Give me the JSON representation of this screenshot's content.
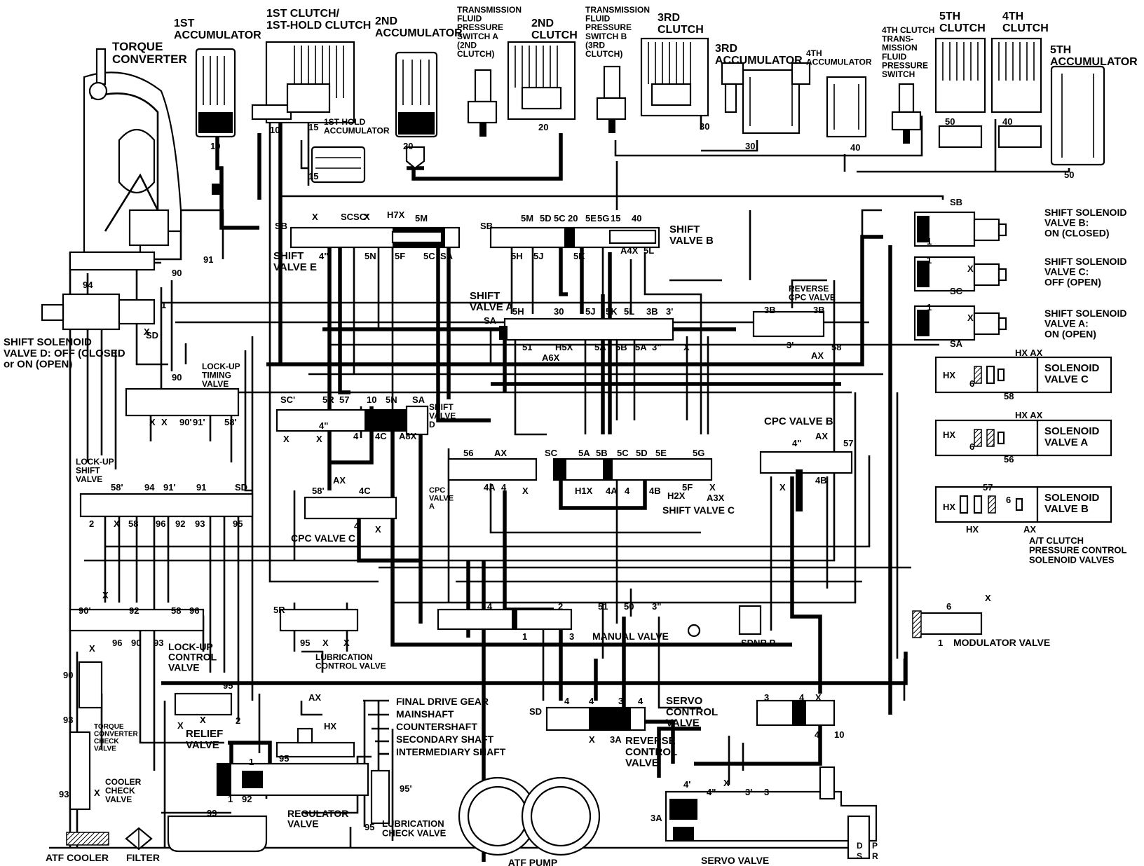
{
  "components": {
    "torque_converter": [
      "TORQUE",
      "CONVERTER"
    ],
    "accumulator_1st": [
      "1ST",
      "ACCUMULATOR"
    ],
    "clutch_1st": [
      "1ST CLUTCH/",
      "1ST-HOLD CLUTCH"
    ],
    "accumulator_2nd": [
      "2ND",
      "ACCUMULATOR"
    ],
    "switch_a": [
      "TRANSMISSION",
      "FLUID",
      "PRESSURE",
      "SWITCH A",
      "(2ND",
      "CLUTCH)"
    ],
    "clutch_2nd": [
      "2ND",
      "CLUTCH"
    ],
    "switch_b": [
      "TRANSMISSION",
      "FLUID",
      "PRESSURE",
      "SWITCH B",
      "(3RD",
      "CLUTCH)"
    ],
    "clutch_3rd": [
      "3RD",
      "CLUTCH"
    ],
    "accumulator_3rd": [
      "3RD",
      "ACCUMULATOR"
    ],
    "accumulator_4th": [
      "4TH",
      "ACCUMULATOR"
    ],
    "switch_4th": [
      "4TH CLUTCH",
      "TRANS-",
      "MISSION",
      "FLUID",
      "PRESSURE",
      "SWITCH"
    ],
    "clutch_5th": [
      "5TH",
      "CLUTCH"
    ],
    "clutch_4th": [
      "4TH",
      "CLUTCH"
    ],
    "accumulator_5th": [
      "5TH",
      "ACCUMULATOR"
    ],
    "hold_accumulator": [
      "1ST-HOLD",
      "ACCUMULATOR"
    ],
    "shift_solenoid_b": [
      "SHIFT SOLENOID",
      "VALVE B:",
      "ON (CLOSED)"
    ],
    "shift_solenoid_c": [
      "SHIFT SOLENOID",
      "VALVE C:",
      "OFF (OPEN)"
    ],
    "shift_solenoid_a": [
      "SHIFT SOLENOID",
      "VALVE A:",
      "ON (OPEN)"
    ],
    "shift_solenoid_d": [
      "SHIFT SOLENOID",
      "VALVE D: OFF (CLOSED",
      "or ON (OPEN)"
    ],
    "solenoid_c": [
      "SOLENOID",
      "VALVE C"
    ],
    "solenoid_a": [
      "SOLENOID",
      "VALVE A"
    ],
    "solenoid_b": [
      "SOLENOID",
      "VALVE B"
    ],
    "pcs_valves": [
      "A/T CLUTCH",
      "PRESSURE CONTROL",
      "SOLENOID VALVES"
    ],
    "shift_valve_e": [
      "SHIFT",
      "VALVE E"
    ],
    "shift_valve_b": [
      "SHIFT",
      "VALVE B"
    ],
    "shift_valve_a": [
      "SHIFT",
      "VALVE A"
    ],
    "shift_valve_d": [
      "SHIFT",
      "VALVE",
      "D"
    ],
    "shift_valve_c": "SHIFT VALVE C",
    "reverse_cpc": [
      "REVERSE",
      "CPC VALVE"
    ],
    "cpc_valve_a": [
      "CPC",
      "VALVE",
      "A"
    ],
    "cpc_valve_b": "CPC VALVE B",
    "cpc_valve_c": "CPC VALVE C",
    "lockup_timing": [
      "LOCK-UP",
      "TIMING",
      "VALVE"
    ],
    "lockup_shift": [
      "LOCK-UP",
      "SHIFT",
      "VALVE"
    ],
    "lockup_control": [
      "LOCK-UP",
      "CONTROL",
      "VALVE"
    ],
    "lubrication_control": [
      "LUBRICATION",
      "CONTROL VALVE"
    ],
    "manual_valve": "MANUAL VALVE",
    "modulator_valve": "MODULATOR VALVE",
    "servo_control": [
      "SERVO",
      "CONTROL",
      "VALVE"
    ],
    "reverse_control": [
      "REVERSE",
      "CONTROL",
      "VALVE"
    ],
    "servo_valve": "SERVO VALVE",
    "relief_valve": [
      "RELIEF",
      "VALVE"
    ],
    "tc_check": [
      "TORQUE",
      "CONVERTER",
      "CHECK",
      "VALVE"
    ],
    "cooler_check": [
      "COOLER",
      "CHECK",
      "VALVE"
    ],
    "regulator": [
      "REGULATOR",
      "VALVE"
    ],
    "lube_check": [
      "LUBRICATION",
      "CHECK VALVE"
    ],
    "atf_cooler": "ATF COOLER",
    "filter": "FILTER",
    "atf_pump": "ATF PUMP"
  },
  "lube_list": [
    "FINAL DRIVE GEAR",
    "MAINSHAFT",
    "COUNTERSHAFT",
    "SECONDARY SHAFT",
    "INTERMEDIARY SHAFT"
  ],
  "manual_positions": "SDNR  P",
  "servo_positions": [
    "D",
    "S",
    "P",
    "R"
  ],
  "ports": {
    "p10a": "10",
    "p15a": "15",
    "p10b": "10",
    "p15b": "15",
    "p20a": "20",
    "p20b": "20",
    "p30a": "30",
    "p30b": "30",
    "p40": "40",
    "p50a": "50",
    "p40b": "40",
    "p50b": "50",
    "sb1": "SB",
    "x1": "X",
    "scsc": "SCSC'",
    "x2": "X",
    "h7x": "H7X",
    "p5m": "5M",
    "sb2": "SB",
    "p5m2": "5M",
    "p5d": "5D",
    "p5c": "5C",
    "p20c": "20",
    "p5e": "5E",
    "p5g": "5G",
    "p15c": "15",
    "p40c": "40",
    "p4q": "4\"",
    "p5n": "5N",
    "p5f": "5F",
    "p5c2": "5C",
    "sa1": "SA",
    "p5h": "5H",
    "p5j": "5J",
    "p5k": "5K",
    "a4x": "A4X",
    "p5l": "5L",
    "p91": "91",
    "p94": "94",
    "p90": "90",
    "p1": "1",
    "x3": "X",
    "sd1": "SD",
    "p5h2": "5H",
    "p30c": "30",
    "p5j2": "5J",
    "p5k2": "5K",
    "p5l2": "5L",
    "p3b": "3B",
    "p3p": "3'",
    "sa2": "SA",
    "p51": "51",
    "a6x": "A6X",
    "h5x": "H5X",
    "p5a": "5A",
    "p5b": "5B",
    "p5a2": "5A",
    "p3q": "3\"",
    "x4": "X",
    "p3b2": "3B",
    "p3b3": "3B",
    "p3p2": "3'",
    "ax1": "AX",
    "p58": "58",
    "sb3": "SB",
    "p1b": "1",
    "x5": "X",
    "p1c": "1",
    "sc1": "SC",
    "x6": "X",
    "p1d": "1",
    "sa3": "SA",
    "hx1": "HX",
    "p6a": "6",
    "hxax1": "HX AX",
    "p58b": "58",
    "hx2": "HX",
    "p6b": "6",
    "hxax2": "HX AX",
    "p56b": "56",
    "hx3": "HX",
    "p57b": "57",
    "p6c": "6",
    "hx4": "HX",
    "ax2": "AX",
    "p90b": "90",
    "p90p": "90'",
    "p91p": "91'",
    "p58p": "58'",
    "x7": "X",
    "x8": "X",
    "sc2": "SC'",
    "p5r": "5R",
    "p57": "57",
    "p10c": "10",
    "p5n2": "5N",
    "sa4": "SA",
    "x9": "X",
    "p4q2": "4\"",
    "x10": "X",
    "p4": "4",
    "p4c": "4C",
    "a8x": "A8X",
    "p56": "56",
    "ax3": "AX",
    "p4a": "4A",
    "p4b": "4",
    "x11": "X",
    "sc3": "SC",
    "p5a3": "5A",
    "p5b2": "5B",
    "p5c3": "5C",
    "p5d2": "5D",
    "p5e2": "5E",
    "p5g2": "5G",
    "h1x": "H1X",
    "p4a2": "4A",
    "p4c2": "4",
    "p4b2": "4B",
    "h2x": "H2X",
    "p5f2": "5F",
    "x12": "X",
    "a3x": "A3X",
    "p4q3": "4\"",
    "ax4": "AX",
    "p57c": "57",
    "x13": "X",
    "p4b3": "4B",
    "p58q": "58'",
    "ax5": "AX",
    "p4c3": "4C",
    "p4d": "4",
    "x14": "X",
    "p58pp": "58'",
    "p94b": "94",
    "p91pp": "91'",
    "p91b": "91",
    "sd2": "SD",
    "p2": "2",
    "x15": "X",
    "p58c": "58",
    "p96": "96",
    "p92": "92",
    "p93": "93",
    "p95": "95",
    "x16": "X",
    "p90pp": "90'",
    "p92b": "92",
    "p58d": "58",
    "p96b": "96",
    "x17": "X",
    "p96c": "96",
    "p90c": "90",
    "p93b": "93",
    "p5r2": "5R",
    "p95b": "95",
    "x18": "X",
    "x19": "X",
    "p4e": "4",
    "p2b": "2",
    "p51b": "51",
    "p50c": "50",
    "p3qq": "3\"",
    "p1e": "1",
    "p3": "3",
    "p6d": "6",
    "x20": "X",
    "p1f": "1",
    "p90d": "90",
    "p93c": "93",
    "p95c": "95",
    "p2c": "2",
    "x21": "X",
    "x22": "X",
    "p93d": "93",
    "x23": "X",
    "ax6": "AX",
    "hx5": "HX",
    "p95d": "95",
    "p1g": "1",
    "p1h": "1",
    "p92c": "92",
    "p99": "99",
    "p95e": "95'",
    "p95f": "95",
    "sd3": "SD",
    "p4f": "4",
    "p4g": "4",
    "p3c": "3",
    "p4h": "4",
    "x24": "X",
    "p3a": "3A",
    "p3d": "3",
    "p4i": "4",
    "x25": "X",
    "p4p": "4'",
    "p10d": "10",
    "p4pp": "4'",
    "p4qq": "4\"",
    "x26": "X",
    "p3pp": "3'",
    "p3e": "3",
    "p3a2": "3A"
  }
}
